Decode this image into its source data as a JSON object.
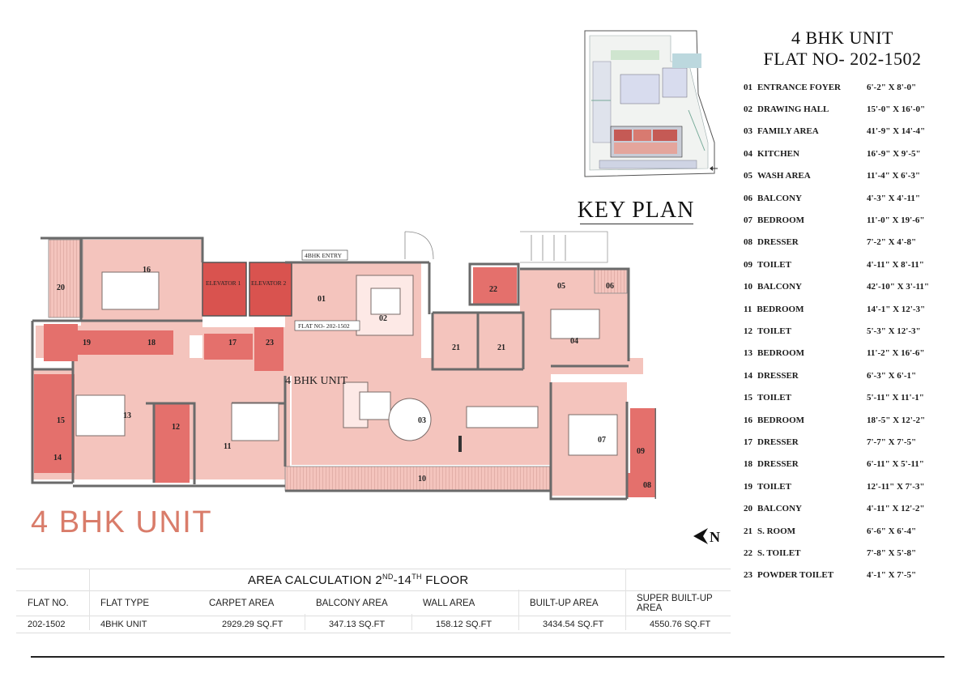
{
  "unit_title": {
    "line1": "4 BHK UNIT",
    "line2": "FLAT NO- 202-1502"
  },
  "rooms": [
    {
      "no": "01",
      "name": "ENTRANCE FOYER",
      "dims": "6'-2\" X 8'-0\""
    },
    {
      "no": "02",
      "name": "DRAWING HALL",
      "dims": "15'-0\" X 16'-0\""
    },
    {
      "no": "03",
      "name": "FAMILY AREA",
      "dims": "41'-9\" X 14'-4\""
    },
    {
      "no": "04",
      "name": "KITCHEN",
      "dims": "16'-9\" X 9'-5\""
    },
    {
      "no": "05",
      "name": "WASH AREA",
      "dims": "11'-4\" X 6'-3\""
    },
    {
      "no": "06",
      "name": "BALCONY",
      "dims": "4'-3\" X 4'-11\""
    },
    {
      "no": "07",
      "name": "BEDROOM",
      "dims": "11'-0\" X 19'-6\""
    },
    {
      "no": "08",
      "name": "DRESSER",
      "dims": "7'-2\" X 4'-8\""
    },
    {
      "no": "09",
      "name": "TOILET",
      "dims": "4'-11\" X 8'-11\""
    },
    {
      "no": "10",
      "name": "BALCONY",
      "dims": "42'-10\" X 3'-11\""
    },
    {
      "no": "11",
      "name": "BEDROOM",
      "dims": "14'-1\" X 12'-3\""
    },
    {
      "no": "12",
      "name": "TOILET",
      "dims": "5'-3\" X 12'-3\""
    },
    {
      "no": "13",
      "name": "BEDROOM",
      "dims": "11'-2\" X 16'-6\""
    },
    {
      "no": "14",
      "name": "DRESSER",
      "dims": "6'-3\" X 6'-1\""
    },
    {
      "no": "15",
      "name": "TOILET",
      "dims": "5'-11\" X 11'-1\""
    },
    {
      "no": "16",
      "name": "BEDROOM",
      "dims": "18'-5\" X 12'-2\""
    },
    {
      "no": "17",
      "name": "DRESSER",
      "dims": "7'-7\" X 7'-5\""
    },
    {
      "no": "18",
      "name": "DRESSER",
      "dims": "6'-11\" X 5'-11\""
    },
    {
      "no": "19",
      "name": "TOILET",
      "dims": "12'-11\" X 7'-3\""
    },
    {
      "no": "20",
      "name": "BALCONY",
      "dims": "4'-11\" X 12'-2\""
    },
    {
      "no": "21",
      "name": "S. ROOM",
      "dims": "6'-6\" X 6'-4\""
    },
    {
      "no": "22",
      "name": "S. TOILET",
      "dims": "7'-8\" X 5'-8\""
    },
    {
      "no": "23",
      "name": "POWDER TOILET",
      "dims": "4'-1\" X 7'-5\""
    }
  ],
  "key_plan": {
    "label": "KEY PLAN"
  },
  "floor_plan": {
    "unit_label": "4 BHK UNIT",
    "entry_label": "4BHK ENTRY",
    "flat_label": "FLAT NO- 202-1502",
    "elevator1": "ELEVATOR 1",
    "elevator2": "ELEVATOR 2",
    "room_numbers": [
      "20",
      "16",
      "19",
      "18",
      "17",
      "23",
      "01",
      "02",
      "21",
      "21",
      "22",
      "05",
      "06",
      "04",
      "15",
      "13",
      "14",
      "12",
      "11",
      "03",
      "07",
      "09",
      "08",
      "10"
    ]
  },
  "big_label": "4 BHK UNIT",
  "north_label": "N",
  "area_calc": {
    "title_prefix": "AREA CALCULATION  2",
    "sup1": "ND",
    "title_mid": "-14",
    "sup2": "TH",
    "title_suffix": " FLOOR",
    "headers": [
      "FLAT NO.",
      "FLAT TYPE",
      "CARPET AREA",
      "BALCONY AREA",
      "WALL AREA",
      "BUILT-UP AREA",
      "SUPER BUILT-UP AREA"
    ],
    "row": [
      "202-1502",
      "4BHK UNIT",
      "2929.29 SQ.FT",
      "347.13 SQ.FT",
      "158.12 SQ.FT",
      "3434.54 SQ.FT",
      "4550.76 SQ.FT"
    ]
  },
  "colors": {
    "room_fill": "#f4c4bd",
    "wet_fill": "#e4706c",
    "accent_text": "#d97c6a",
    "wall": "#6a6a6a"
  }
}
